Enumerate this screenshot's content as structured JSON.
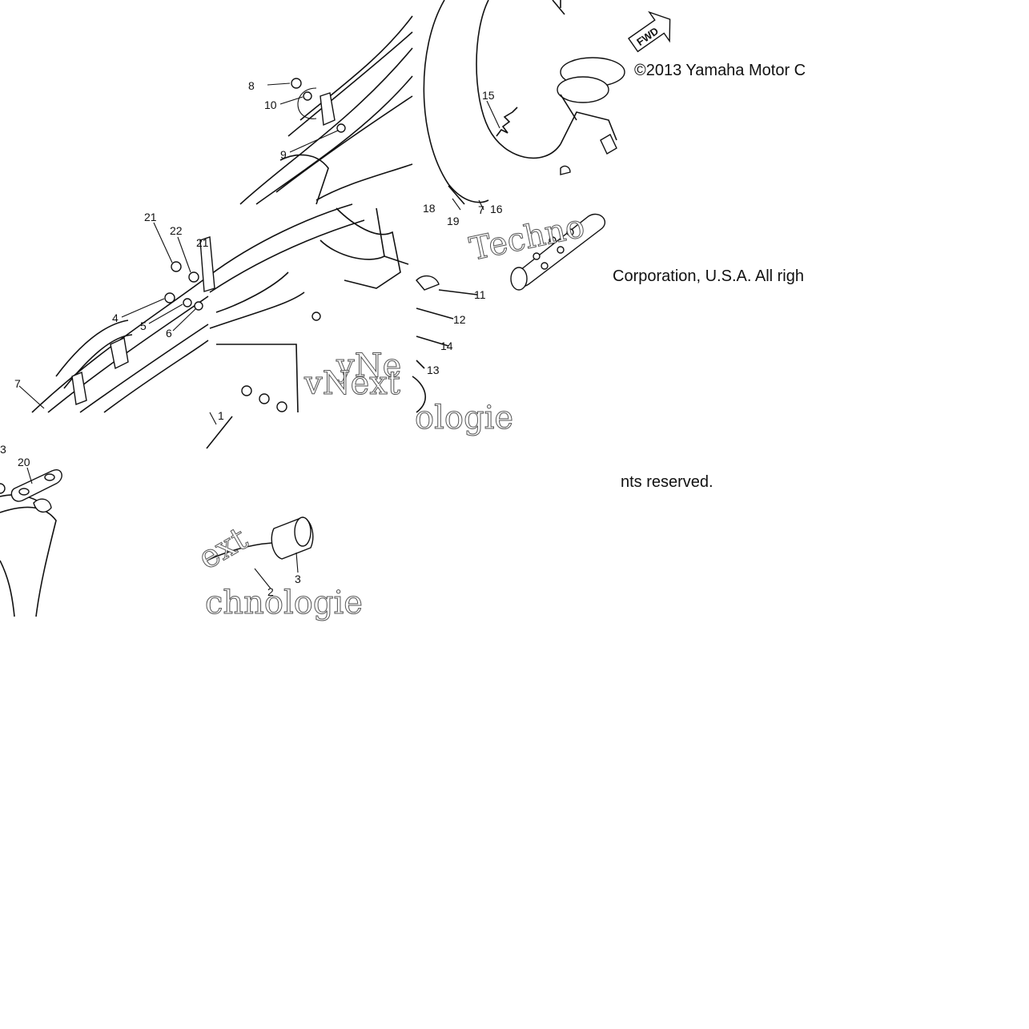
{
  "copyright": {
    "line1": "©2013 Yamaha Motor C",
    "line2": "Corporation, U.S.A. All righ",
    "line3": "nts reserved."
  },
  "fwd_label": "FWD",
  "callouts": {
    "c1": "8",
    "c2": "10",
    "c3": "9",
    "c4": "21",
    "c5": "22",
    "c6": "21",
    "c7": "4",
    "c8": "5",
    "c9": "6",
    "c10": "7",
    "c11": "15",
    "c12": "18",
    "c13": "19",
    "c14": "7",
    "c15": "16",
    "c16": "11",
    "c17": "12",
    "c18": "14",
    "c19": "13",
    "c20": "3",
    "c21": "20",
    "c22": "1",
    "c23": "2",
    "c24": "3"
  },
  "watermarks": {
    "w1": "Techno",
    "w2": "yNe",
    "w3": "vNext",
    "w4": "ologie",
    "w5": "ext",
    "w6": "chnologie"
  }
}
